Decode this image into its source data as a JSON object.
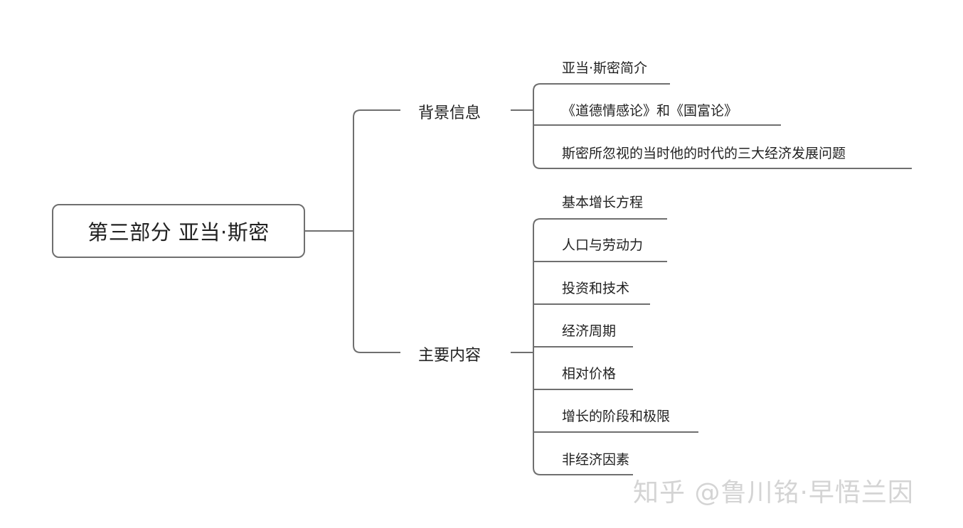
{
  "root": {
    "title": "第三部分 亚当·斯密"
  },
  "branches": [
    {
      "label": "背景信息",
      "children": [
        "亚当·斯密简介",
        "《道德情感论》和《国富论》",
        "斯密所忽视的当时他的时代的三大经济发展问题"
      ]
    },
    {
      "label": "主要内容",
      "children": [
        "基本增长方程",
        "人口与劳动力",
        "投资和技术",
        "经济周期",
        "相对价格",
        "增长的阶段和极限",
        "非经济因素"
      ]
    }
  ],
  "watermark": "知乎 @鲁川铭·早悟兰因",
  "colors": {
    "line": "#6f6f6f",
    "text": "#222222",
    "watermark": "#d4d4d4"
  }
}
